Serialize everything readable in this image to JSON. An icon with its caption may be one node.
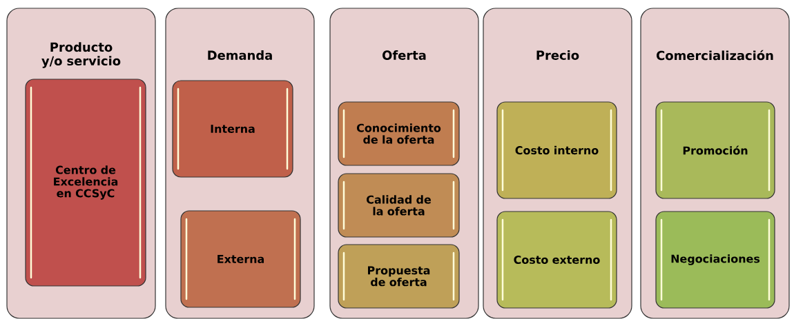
{
  "diagram": {
    "nodes": [
      {
        "text": [
          "Producto y/o servicio"
        ]
      },
      {
        "text": [
          "Centro de Excelencia en CCSyC"
        ],
        "in": 0
      },
      {
        "text": [
          "Demanda"
        ]
      },
      {
        "text": [
          "Interna"
        ],
        "in": 2
      },
      {
        "text": [
          "Externa"
        ],
        "in": 2
      },
      {
        "text": [
          "Oferta"
        ]
      },
      {
        "text": [
          "Conocimiento de la oferta"
        ],
        "in": 5
      },
      {
        "text": [
          "Calidad de la oferta"
        ],
        "in": 5
      },
      {
        "text": [
          "Propuesta de oferta"
        ],
        "in": 5
      },
      {
        "text": [
          "Precio"
        ]
      },
      {
        "text": [
          "Costo interno"
        ],
        "in": 9
      },
      {
        "text": [
          "Costo externo"
        ],
        "in": 9
      },
      {
        "text": [
          "Comercialización"
        ]
      },
      {
        "text": [
          "Promoción"
        ],
        "in": 12
      },
      {
        "text": [
          "Negociaciones"
        ],
        "in": 12
      }
    ]
  }
}
